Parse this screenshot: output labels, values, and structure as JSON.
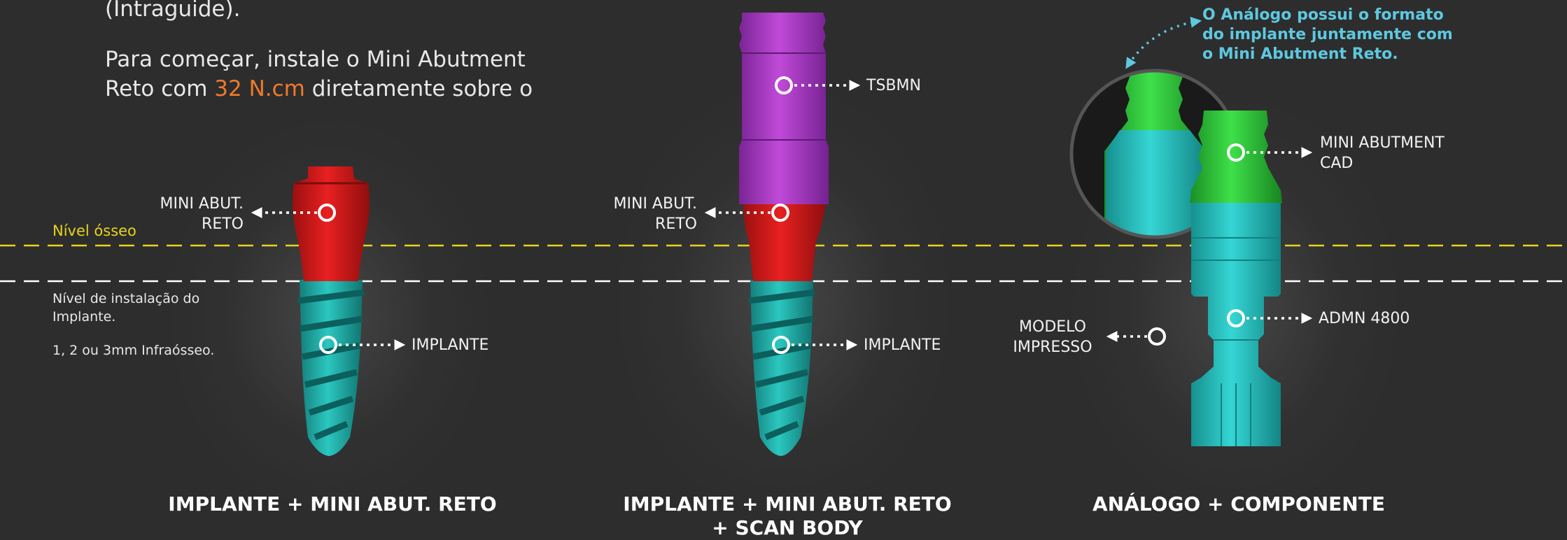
{
  "intro": {
    "line1": "(Intraguide).",
    "line2": "Para começar, instale o Mini Abutment",
    "line3_before": "Reto com ",
    "torque": "32 N.cm",
    "line3_after": " diretamente sobre o"
  },
  "levels": {
    "bone": "Nível ósseo",
    "install_line1": "Nível de instalação do",
    "install_line2": "Implante.",
    "install_depth": "1, 2 ou 3mm Infraósseo."
  },
  "panel1": {
    "abutment_line1": "MINI ABUT.",
    "abutment_line2": "RETO",
    "implant": "IMPLANTE",
    "caption": "IMPLANTE + MINI ABUT. RETO"
  },
  "panel2": {
    "scanbody": "TSBMN",
    "abutment_line1": "MINI ABUT.",
    "abutment_line2": "RETO",
    "implant": "IMPLANTE",
    "caption_line1": "IMPLANTE + MINI ABUT. RETO",
    "caption_line2": "+ SCAN BODY"
  },
  "panel3": {
    "note_line1": "O Análogo possui o formato",
    "note_line2": "do implante juntamente com",
    "note_line3": "o Mini Abutment Reto.",
    "cad_line1": "MINI ABUTMENT",
    "cad_line2": "CAD",
    "analog": "ADMN 4800",
    "model_line1": "MODELO",
    "model_line2": "IMPRESSO",
    "caption": "ANÁLOGO + COMPONENTE"
  },
  "colors": {
    "background": "#2d2d2d",
    "bone_line": "#e6d41e",
    "install_line": "#ffffff",
    "torque": "#f07a2a",
    "note": "#5dc8e0",
    "implant": "#1fb5b0",
    "abutment": "#d81818",
    "scanbody": "#b03cc8",
    "cad_abutment": "#2ec83a",
    "analog": "#27c4c4"
  }
}
